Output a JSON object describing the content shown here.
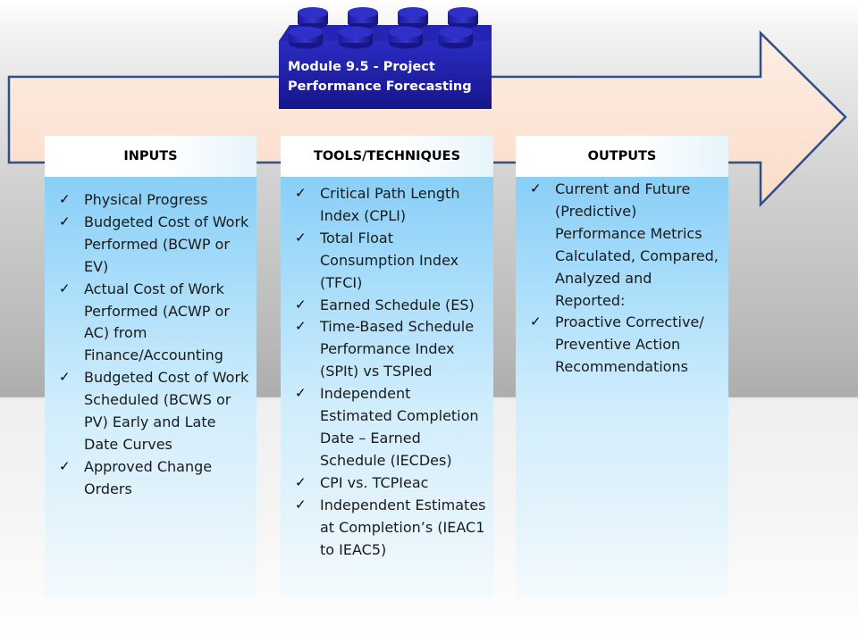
{
  "module": {
    "title": "Module 9.5 - Project Performance Forecasting"
  },
  "colors": {
    "arrow_fill": "#fce4d6",
    "arrow_stroke": "#2f4f8a",
    "brick": "#1f1fa6",
    "column_blue": "#a6dcfa"
  },
  "columns": [
    {
      "heading": "INPUTS",
      "items": [
        "Physical Progress",
        "Budgeted Cost of Work Performed (BCWP or EV)",
        "Actual Cost of Work Performed (ACWP or AC) from Finance/Accounting",
        "Budgeted Cost of Work Scheduled (BCWS or PV) Early and Late Date Curves",
        "Approved Change Orders"
      ]
    },
    {
      "heading": "TOOLS/TECHNIQUES",
      "items": [
        "Critical Path Length Index (CPLI)",
        "Total Float Consumption Index (TFCI)",
        "Earned Schedule (ES)",
        "Time-Based Schedule Performance Index (SPIt) vs  TSPIed",
        "Independent Estimated Completion Date – Earned Schedule (IECDes)",
        "CPI vs. TCPIeac",
        "Independent Estimates at Completion’s (IEAC1 to IEAC5)"
      ]
    },
    {
      "heading": "OUTPUTS",
      "items": [
        "Current and Future (Predictive) Performance Metrics Calculated, Compared, Analyzed and Reported:",
        "Proactive Corrective/ Preventive Action Recommendations"
      ]
    }
  ]
}
